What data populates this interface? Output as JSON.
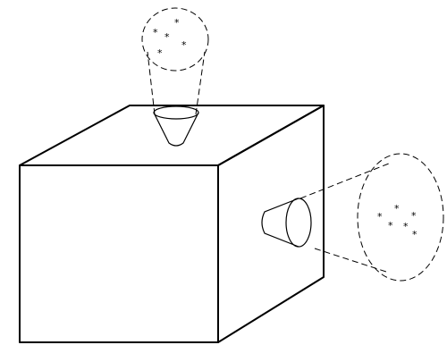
{
  "diagram": {
    "stroke_color": "#000000",
    "background_color": "#ffffff",
    "parts": [
      "cube",
      "top-cup",
      "side-cup",
      "top-projection",
      "side-projection"
    ],
    "star_glyph": "*",
    "top_star_count": 5,
    "side_star_count": 6
  }
}
